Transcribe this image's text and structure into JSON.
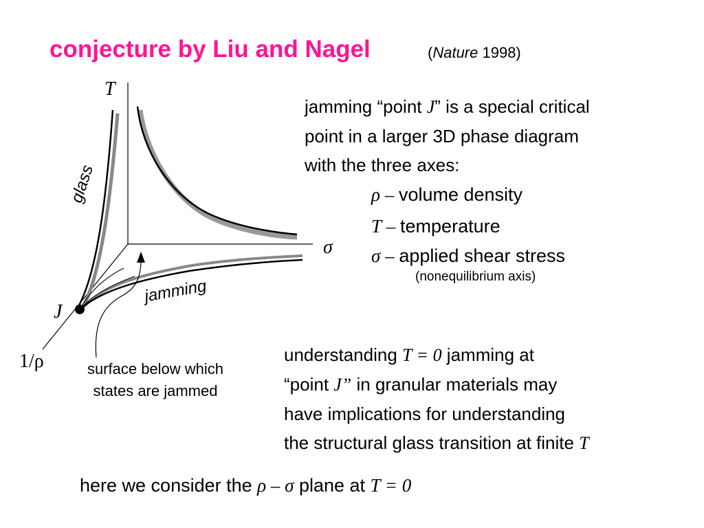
{
  "title": {
    "text": "conjecture by Liu and Nagel",
    "color": "#ff1493"
  },
  "citation": {
    "open": "(",
    "journal": "Nature",
    "year": " 1998)"
  },
  "diagram": {
    "axes": {
      "temperature": "T",
      "shear_stress": "σ",
      "inverse_density": "1/ρ"
    },
    "point_label": "J",
    "glass_label": "glass",
    "jamming_label": "jamming",
    "surface_caption": [
      "surface below which",
      "states are jammed"
    ]
  },
  "intro": {
    "line1_pre": "jamming “point ",
    "line1_var": "J",
    "line1_post": "” is a special critical",
    "line2": "point in a larger 3D phase diagram",
    "line3": "with the three axes:"
  },
  "axes_list": [
    {
      "symbol": "ρ",
      "dash": " – ",
      "text": "volume density"
    },
    {
      "symbol": "T",
      "dash": " – ",
      "text": "temperature"
    },
    {
      "symbol": "σ",
      "dash": " – ",
      "text": "applied shear stress"
    }
  ],
  "axes_note": "(nonequilibrium axis)",
  "understanding": {
    "line1_pre": "understanding ",
    "line1_eq": "T = 0",
    "line1_post": " jamming at",
    "line2_pre": "“point ",
    "line2_var": "J”",
    "line2_post": " in granular materials may",
    "line3": "have implications for understanding",
    "line4_pre": "the structural glass transition at finite ",
    "line4_var": "T"
  },
  "footer": {
    "pre": "here we consider the ",
    "plane": "ρ – σ",
    "mid": " plane at ",
    "eq": "T = 0"
  }
}
